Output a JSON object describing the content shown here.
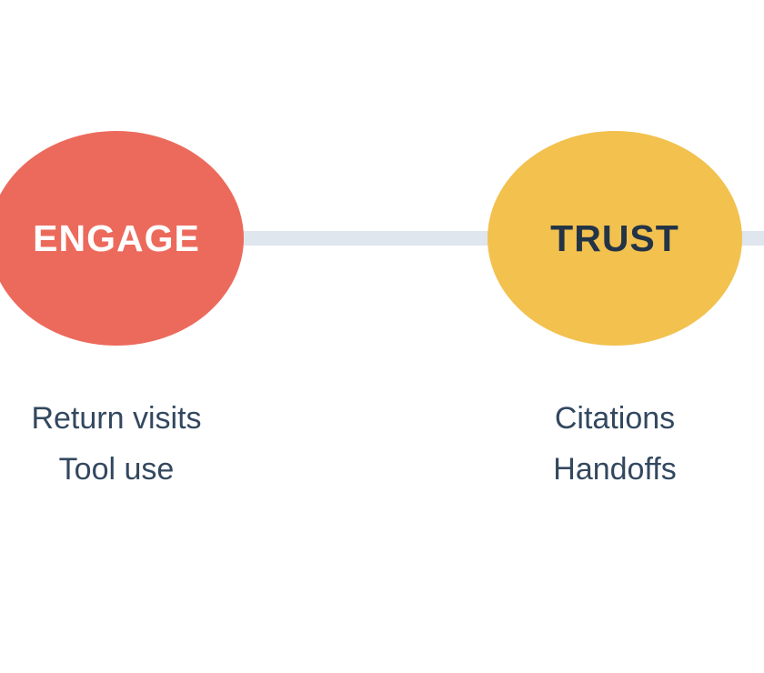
{
  "colors": {
    "connector": "#dfe6ee",
    "engage_fill": "#ec6a5c",
    "engage_text": "#ffffff",
    "trust_fill": "#f2c14e",
    "trust_text": "#243447",
    "metric_text": "#33485f"
  },
  "stages": [
    {
      "label": "ENGAGE",
      "metrics": [
        "Return visits",
        "Tool use"
      ]
    },
    {
      "label": "TRUST",
      "metrics": [
        "Citations",
        "Handoffs"
      ]
    }
  ]
}
